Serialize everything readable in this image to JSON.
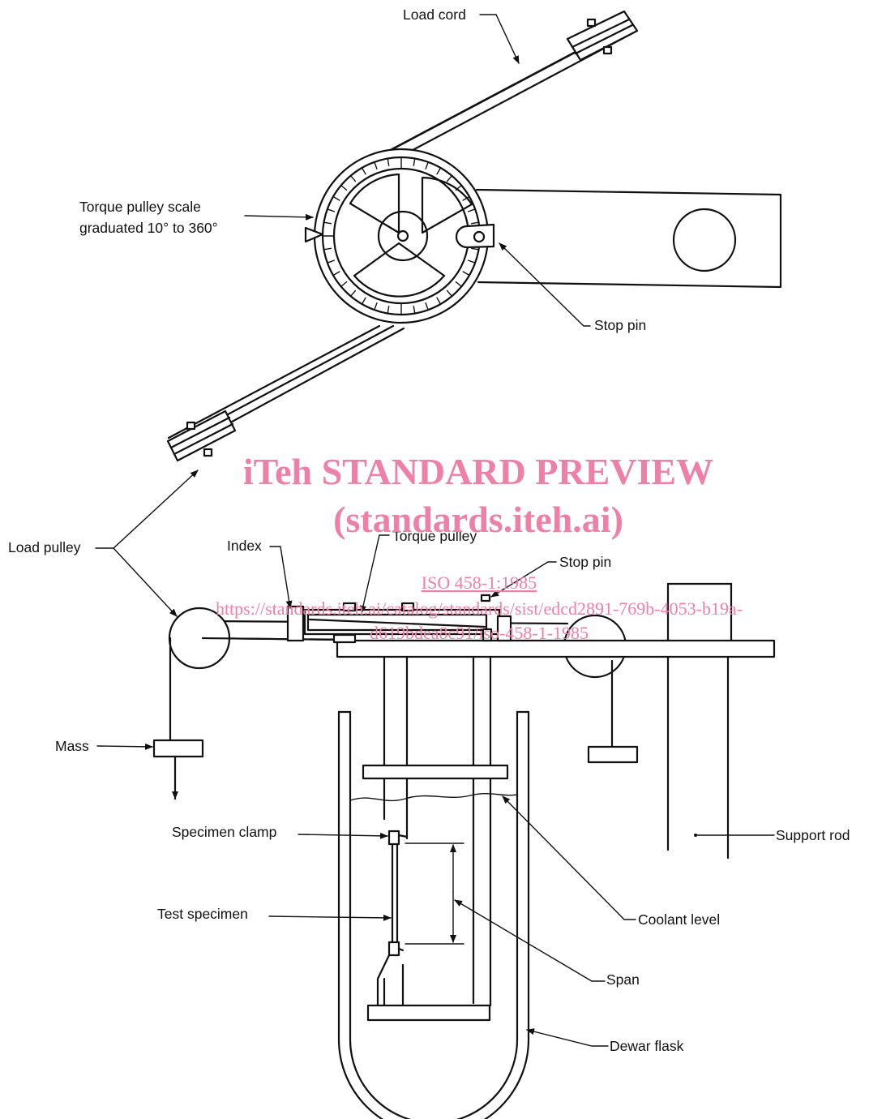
{
  "labels": {
    "load_cord": "Load cord",
    "torque_scale_line1": "Torque pulley scale",
    "torque_scale_line2": "graduated 10° to 360°",
    "stop_pin_top": "Stop pin",
    "load_pulley": "Load pulley",
    "index": "Index",
    "torque_pulley": "Torque pulley",
    "stop_pin_side": "Stop pin",
    "mass": "Mass",
    "specimen_clamp": "Specimen clamp",
    "test_specimen": "Test specimen",
    "support_rod": "Support rod",
    "coolant_level": "Coolant level",
    "span": "Span",
    "dewar_flask": "Dewar flask"
  },
  "watermark": {
    "line1": "iTeh STANDARD PREVIEW",
    "line2": "(standards.iteh.ai)",
    "line3": "ISO 458-1:1985",
    "line4": "https://standards.iteh.ai/catalog/standards/sist/edcd2891-769b-4053-b19a-",
    "line5": "d619bdea8c91/iso-458-1-1985"
  },
  "colors": {
    "line": "#111111",
    "watermark": "#ee7fa6"
  }
}
